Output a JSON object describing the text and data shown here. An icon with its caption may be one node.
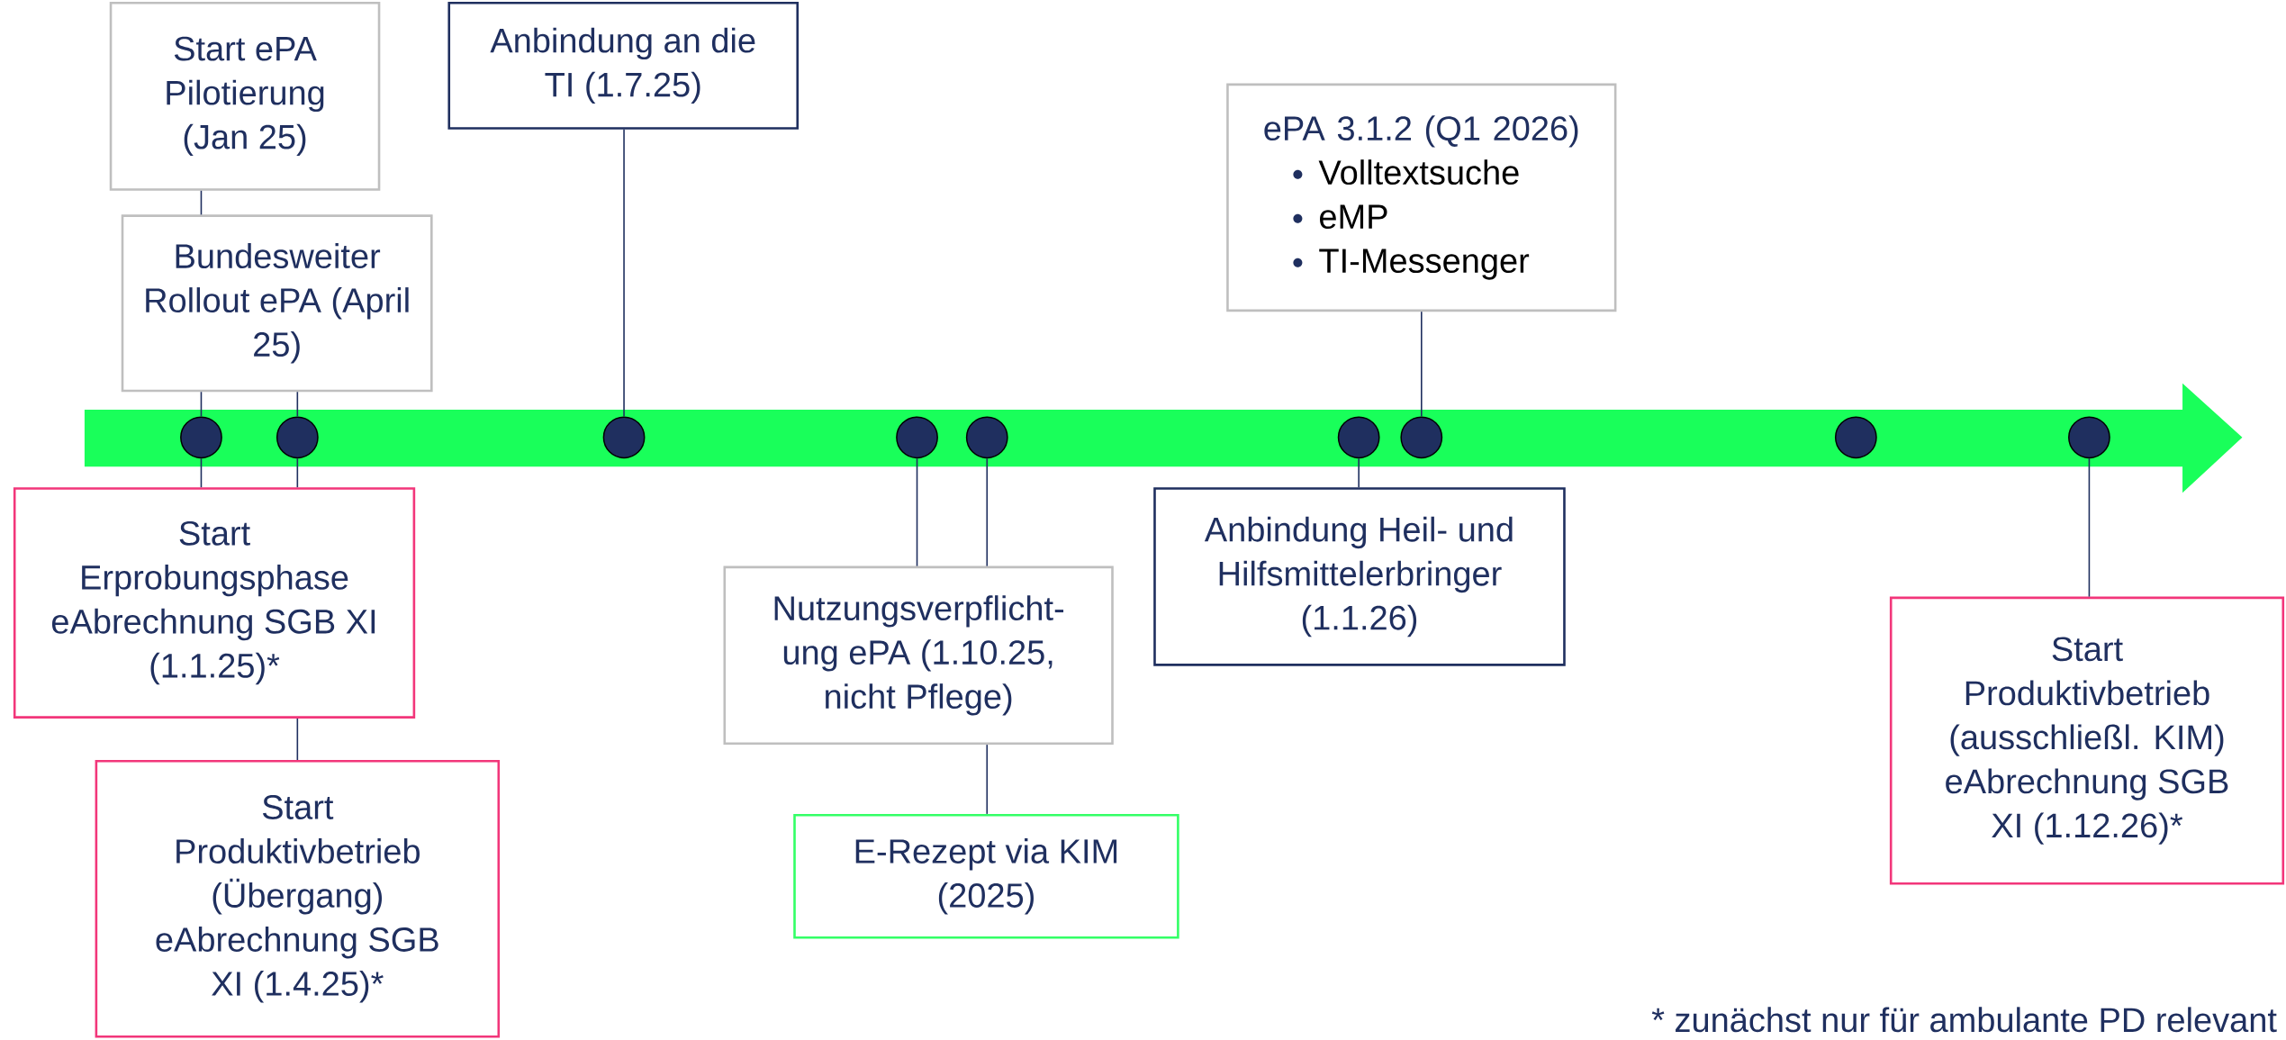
{
  "diagram": {
    "nodes": [
      {
        "text": [
          "Start ePA Pilotierung (Jan 25)"
        ]
      },
      {
        "text": [
          "Anbindung an die TI (1.7.25)"
        ]
      },
      {
        "text": [
          "ePA 3.1.2 (Q1 2026)",
          "Volltextsuche",
          "eMP",
          "TI-Messenger"
        ]
      },
      {
        "text": [
          "Bundesweiter Rollout ePA (April 25)"
        ]
      },
      {
        "text": [],
        "shape": "circle"
      },
      {
        "text": [],
        "shape": "circle"
      },
      {
        "text": [],
        "shape": "circle"
      },
      {
        "text": [],
        "shape": "circle"
      },
      {
        "text": [],
        "shape": "circle"
      },
      {
        "text": [],
        "shape": "circle"
      },
      {
        "text": [],
        "shape": "circle"
      },
      {
        "text": [],
        "shape": "circle"
      },
      {
        "text": [],
        "shape": "circle"
      },
      {
        "text": [
          "Start Erprobungsphase eAbrechnung SGB XI (1.1.25)*"
        ]
      },
      {
        "text": [
          "Anbindung Heil- und Hilfsmittelerbringer (1.1.26)"
        ]
      },
      {
        "text": [
          "Nutzungsverpflicht- ung ePA (1.10.25, nicht Pflege)"
        ]
      },
      {
        "text": [
          "Start Produktivbetrieb (ausschließl. KIM) eAbrechnung SGB XI (1.12.26)*"
        ]
      },
      {
        "text": [
          "Start Produktivbetrieb (Übergang) eAbrechnung SGB XI (1.4.25)*"
        ]
      },
      {
        "text": [
          "E-Rezept via KIM (2025)"
        ]
      }
    ],
    "edges": [
      {
        "from": 0,
        "to": 3,
        "arrow": "none"
      },
      {
        "from": 3,
        "to": 4,
        "arrow": "none"
      },
      {
        "from": 3,
        "to": 5,
        "arrow": "none"
      },
      {
        "from": 1,
        "to": 6,
        "arrow": "none"
      },
      {
        "from": 2,
        "to": 10,
        "arrow": "none"
      },
      {
        "from": 4,
        "to": 13,
        "arrow": "none"
      },
      {
        "from": 5,
        "to": 13,
        "arrow": "none"
      },
      {
        "from": 13,
        "to": 17,
        "arrow": "none"
      },
      {
        "from": 7,
        "to": 15,
        "arrow": "none"
      },
      {
        "from": 8,
        "to": 15,
        "arrow": "none"
      },
      {
        "from": 15,
        "to": 18,
        "arrow": "none"
      },
      {
        "from": 9,
        "to": 14,
        "arrow": "none"
      },
      {
        "from": 12,
        "to": 16,
        "arrow": "none"
      }
    ],
    "labels": [
      "* zunächst nur für ambulante PD relevant"
    ]
  }
}
